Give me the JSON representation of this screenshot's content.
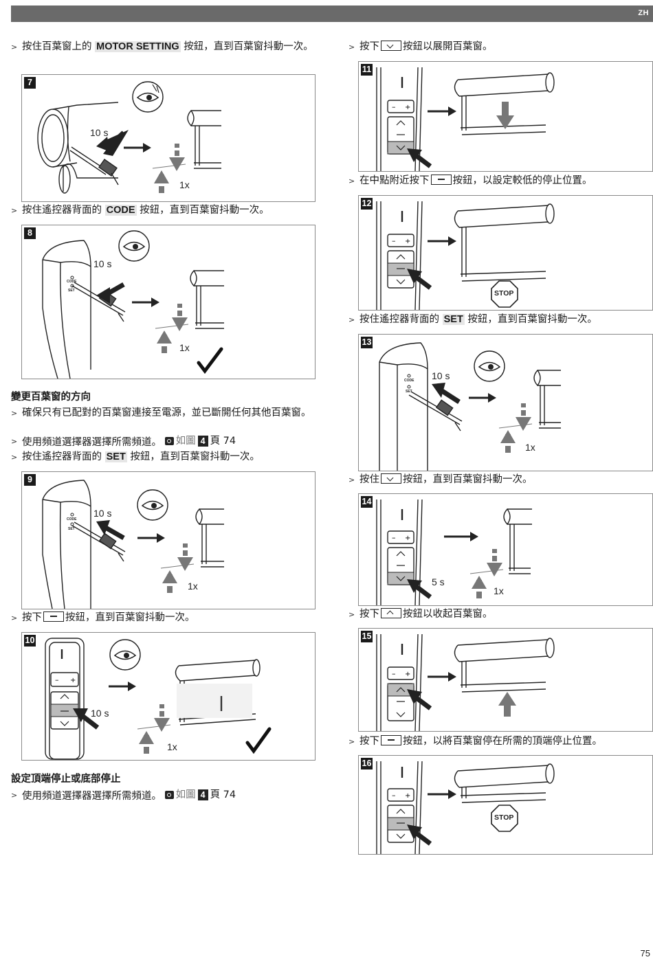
{
  "header": {
    "lang": "ZH"
  },
  "page_number": "75",
  "left": {
    "b1": {
      "pre": "按住百葉窗上的 ",
      "key": "MOTOR SETTING",
      "post": " 按鈕，直到百葉窗抖動一次。"
    },
    "b2": {
      "pre": "按住遙控器背面的 ",
      "key": "CODE",
      "post": " 按鈕，直到百葉窗抖動一次。"
    },
    "h1": "變更百葉窗的方向",
    "b3": "確保只有已配對的百葉窗連接至電源，並已斷開任何其他百葉窗。",
    "b4": {
      "pre": "使用頻道選擇器選擇所需頻道。",
      "ref_word": "如圖",
      "ref_num": "4",
      "page_ref": "頁 74"
    },
    "b5": {
      "pre": "按住遙控器背面的 ",
      "key": "SET",
      "post": " 按鈕，直到百葉窗抖動一次。"
    },
    "b6": {
      "pre": "按下",
      "post": "按鈕，直到百葉窗抖動一次。"
    },
    "h2": "設定頂端停止或底部停止",
    "b7": {
      "pre": "使用頻道選擇器選擇所需頻道。",
      "ref_word": "如圖",
      "ref_num": "4",
      "page_ref": "頁 74"
    }
  },
  "right": {
    "b1": {
      "pre": "按下",
      "post": "按鈕以展開百葉窗。"
    },
    "b2": {
      "pre": "在中點附近按下",
      "post": "按鈕，以設定較低的停止位置。"
    },
    "b3": {
      "pre": "按住遙控器背面的 ",
      "key": "SET",
      "post": " 按鈕，直到百葉窗抖動一次。"
    },
    "b4": {
      "pre": "按住",
      "post": "按鈕，直到百葉窗抖動一次。"
    },
    "b5": {
      "pre": "按下",
      "post": "按鈕以收起百葉窗。"
    },
    "b6": {
      "pre": "按下",
      "post": "按鈕，以將百葉窗停在所需的頂端停止位置。"
    }
  },
  "figures": {
    "f7": {
      "num": "7",
      "time": "10 s",
      "count": "1x"
    },
    "f8": {
      "num": "8",
      "time": "10 s",
      "count": "1x",
      "code": "CODE",
      "set": "SET"
    },
    "f9": {
      "num": "9",
      "time": "10 s",
      "count": "1x",
      "code": "CODE",
      "set": "SET"
    },
    "f10": {
      "num": "10",
      "time": "10 s",
      "count": "1x"
    },
    "f11": {
      "num": "11"
    },
    "f12": {
      "num": "12",
      "stop": "STOP"
    },
    "f13": {
      "num": "13",
      "time": "10 s",
      "count": "1x",
      "code": "CODE",
      "set": "SET"
    },
    "f14": {
      "num": "14",
      "time": "5 s",
      "count": "1x"
    },
    "f15": {
      "num": "15"
    },
    "f16": {
      "num": "16",
      "stop": "STOP"
    }
  }
}
